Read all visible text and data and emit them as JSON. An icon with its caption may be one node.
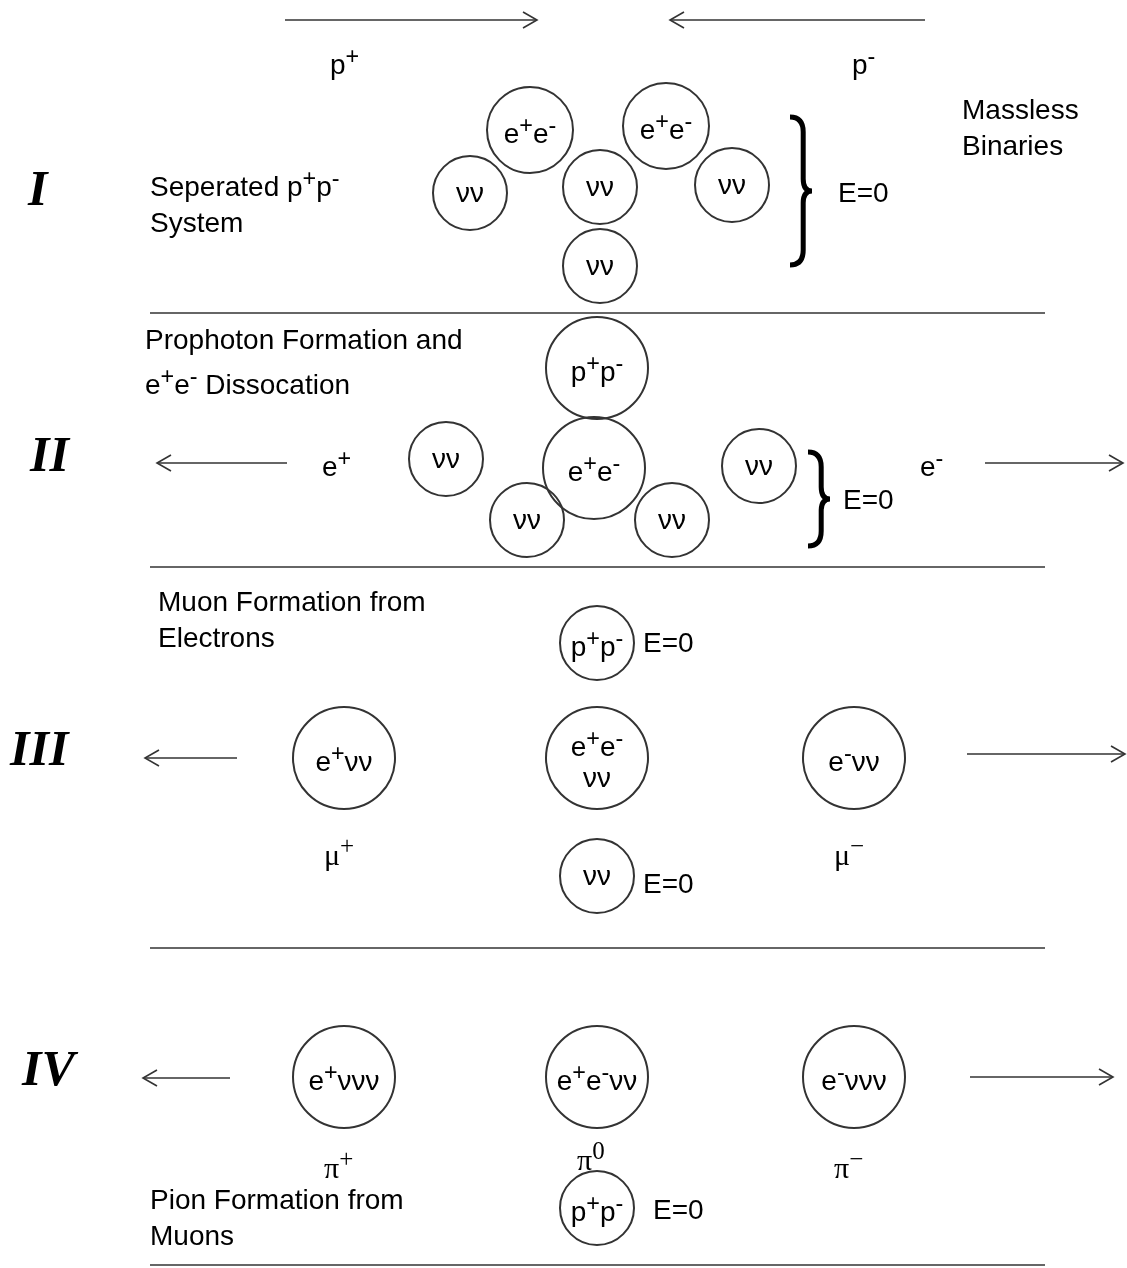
{
  "diagram": {
    "nodes": [
      {
        "text": [
          "e$^{+}$e$^{-}$"
        ]
      },
      {
        "text": [
          "e$^{+}$e$^{-}$"
        ]
      },
      {
        "text": [
          "νν"
        ]
      },
      {
        "text": [
          "νν"
        ]
      },
      {
        "text": [
          "νν"
        ]
      },
      {
        "text": [
          "νν"
        ]
      },
      {
        "text": [
          "p$^{+}$p$^{-}$"
        ]
      },
      {
        "text": [
          "νν"
        ]
      },
      {
        "text": [
          "e$^{+}$e$^{-}$"
        ]
      },
      {
        "text": [
          "νν"
        ]
      },
      {
        "text": [
          "νν"
        ]
      },
      {
        "text": [
          "νν"
        ]
      },
      {
        "text": [
          "p$^{+}$p$^{-}$"
        ],
        "beside": [
          "E=0"
        ]
      },
      {
        "text": [
          "e$^{+}$νν"
        ],
        "beside": [
          "μ$^{+}$"
        ]
      },
      {
        "text": [
          "e$^{+}$e$^{-}$ νν"
        ]
      },
      {
        "text": [
          "e$^{-}$νν"
        ],
        "beside": [
          "μ$^{−}$"
        ]
      },
      {
        "text": [
          "νν"
        ],
        "beside": [
          "E=0"
        ]
      },
      {
        "text": [
          "e$^{+}$ννν"
        ],
        "beside": [
          "π$^{+}$"
        ]
      },
      {
        "text": [
          "e$^{+}$e$^{-}$νν"
        ],
        "beside": [
          "π$^{0}$"
        ]
      },
      {
        "text": [
          "e$^{-}$ννν"
        ],
        "beside": [
          "π$^{−}$"
        ]
      },
      {
        "text": [
          "p$^{+}$p$^{-}$"
        ],
        "beside": [
          "E=0"
        ]
      }
    ],
    "labels": [
      "p$^{+}$",
      "p$^{-}$",
      "Massless Binaries",
      "I",
      "Seperated p$^{+}$p$^{-}$ System",
      "E=0",
      "Prophoton Formation and e$^{+}$e$^{-}$ Dissocation",
      "II",
      "e$^{+}$",
      "E=0",
      "e$^{-}$",
      "Muon Formation from Electrons",
      "III",
      "IV",
      "Pion Formation from Muons"
    ]
  }
}
